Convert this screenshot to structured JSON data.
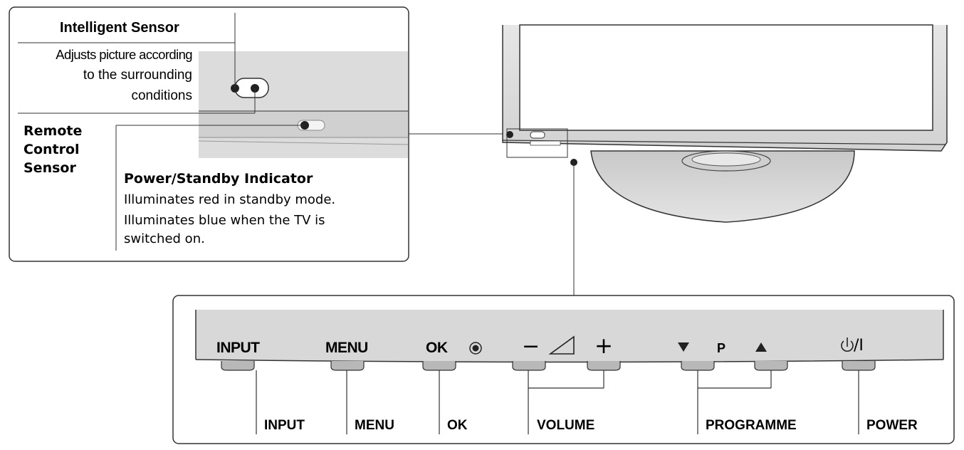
{
  "callout": {
    "intelligent_sensor_title": "Intelligent Sensor",
    "intelligent_sensor_desc_1": "Adjusts picture according",
    "intelligent_sensor_desc_2": "to the surrounding",
    "intelligent_sensor_desc_3": "conditions",
    "remote_sensor_1": "Remote",
    "remote_sensor_2": "Control",
    "remote_sensor_3": "Sensor",
    "power_indicator_title": "Power/Standby Indicator",
    "power_indicator_desc_1": "Illuminates red in standby mode.",
    "power_indicator_desc_2": "Illuminates blue when the TV is",
    "power_indicator_desc_3": "switched on."
  },
  "panel": {
    "buttons": [
      {
        "face": "INPUT",
        "label": "INPUT"
      },
      {
        "face": "MENU",
        "label": "MENU"
      },
      {
        "face": "OK",
        "label": "OK"
      },
      {
        "face_minus": "−",
        "face_plus": "+",
        "label": "VOLUME"
      },
      {
        "face_p": "P",
        "label": "PROGRAMME"
      },
      {
        "face": "⏻/I",
        "label": "POWER"
      }
    ]
  },
  "icons": {
    "ok_dot": "radio-dot-icon",
    "volume": "volume-wedge-icon",
    "down": "triangle-down-icon",
    "up": "triangle-up-icon",
    "power": "power-icon"
  }
}
